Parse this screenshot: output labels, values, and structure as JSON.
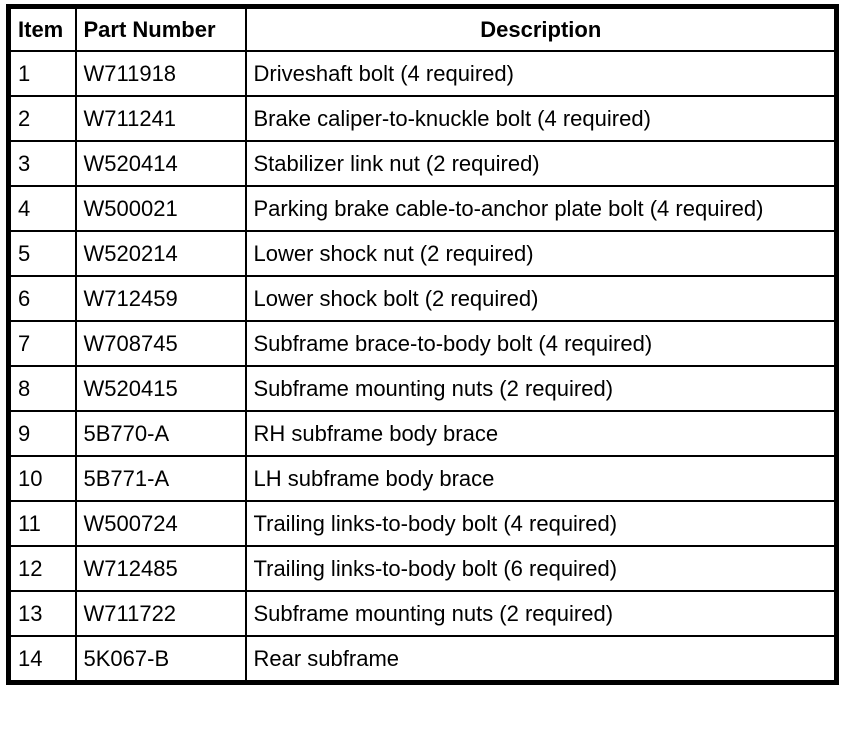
{
  "colors": {
    "border": "#000000",
    "background": "#ffffff",
    "text": "#000000"
  },
  "table": {
    "headers": {
      "item": "Item",
      "part_number": "Part Number",
      "description": "Description"
    },
    "rows": [
      {
        "item": "1",
        "part_number": "W711918",
        "description": "Driveshaft bolt (4 required)"
      },
      {
        "item": "2",
        "part_number": "W711241",
        "description": "Brake caliper-to-knuckle bolt (4 required)"
      },
      {
        "item": "3",
        "part_number": "W520414",
        "description": "Stabilizer link nut (2 required)"
      },
      {
        "item": "4",
        "part_number": "W500021",
        "description": "Parking brake cable-to-anchor plate bolt (4 required)"
      },
      {
        "item": "5",
        "part_number": "W520214",
        "description": "Lower shock nut (2 required)"
      },
      {
        "item": "6",
        "part_number": "W712459",
        "description": "Lower shock bolt (2 required)"
      },
      {
        "item": "7",
        "part_number": "W708745",
        "description": "Subframe brace-to-body bolt (4 required)"
      },
      {
        "item": "8",
        "part_number": "W520415",
        "description": "Subframe mounting nuts (2 required)"
      },
      {
        "item": "9",
        "part_number": "5B770-A",
        "description": "RH subframe body brace"
      },
      {
        "item": "10",
        "part_number": "5B771-A",
        "description": "LH subframe body brace"
      },
      {
        "item": "11",
        "part_number": "W500724",
        "description": "Trailing links-to-body bolt (4 required)"
      },
      {
        "item": "12",
        "part_number": "W712485",
        "description": "Trailing links-to-body bolt (6 required)"
      },
      {
        "item": "13",
        "part_number": "W711722",
        "description": "Subframe mounting nuts (2 required)"
      },
      {
        "item": "14",
        "part_number": "5K067-B",
        "description": "Rear subframe"
      }
    ]
  }
}
